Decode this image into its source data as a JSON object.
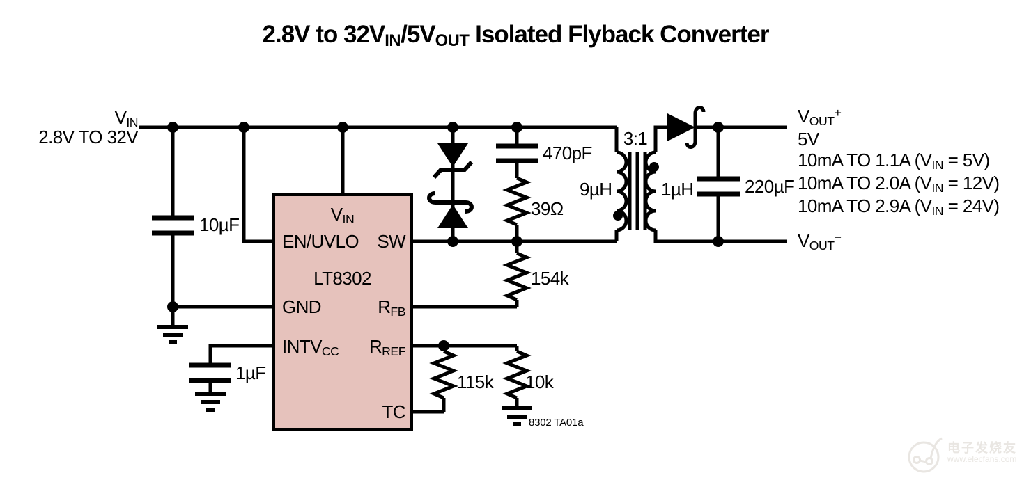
{
  "title": {
    "p1": "2.8V to 32V",
    "s1": "IN",
    "p2": "/5V",
    "s2": "OUT",
    "p3": " Isolated Flyback Converter"
  },
  "colors": {
    "ic_fill": "#e6c2bc",
    "wire": "#000000",
    "background": "#ffffff",
    "watermark": "#e9e6e2"
  },
  "input": {
    "name": {
      "main": "V",
      "sub": "IN"
    },
    "range": "2.8V TO 32V"
  },
  "ic": {
    "part": "LT8302",
    "pins": {
      "vin": {
        "main": "V",
        "sub": "IN"
      },
      "en_uvlo": "EN/UVLO",
      "sw": "SW",
      "gnd": "GND",
      "intvcc": {
        "main": "INTV",
        "sub": "CC"
      },
      "rfb": {
        "main": "R",
        "sub": "FB"
      },
      "rref": {
        "main": "R",
        "sub": "REF"
      },
      "tc": "TC"
    }
  },
  "components": {
    "input_cap": "10µF",
    "vcc_cap": "1µF",
    "snubber_cap": "470pF",
    "snubber_res": "39Ω",
    "fb_res": "154k",
    "ref_res": "115k",
    "tc_res": "10k",
    "out_cap": "220µF",
    "primary_ind": "9µH",
    "secondary_ind": "1µH",
    "turns_ratio": "3:1"
  },
  "output": {
    "vout_plus": {
      "main": "V",
      "sub": "OUT",
      "sup": "+"
    },
    "voltage": "5V",
    "ratings": [
      {
        "pre": "10mA TO 1.1A (V",
        "sub": "IN",
        "post": " = 5V)"
      },
      {
        "pre": "10mA TO 2.0A (V",
        "sub": "IN",
        "post": " = 12V)"
      },
      {
        "pre": "10mA TO 2.9A (V",
        "sub": "IN",
        "post": " = 24V)"
      }
    ],
    "vout_minus": {
      "main": "V",
      "sub": "OUT",
      "sup": "−"
    }
  },
  "note": "8302 TA01a",
  "watermark": {
    "site_name": "电子发烧友",
    "site_url": "www.elecfans.com"
  }
}
